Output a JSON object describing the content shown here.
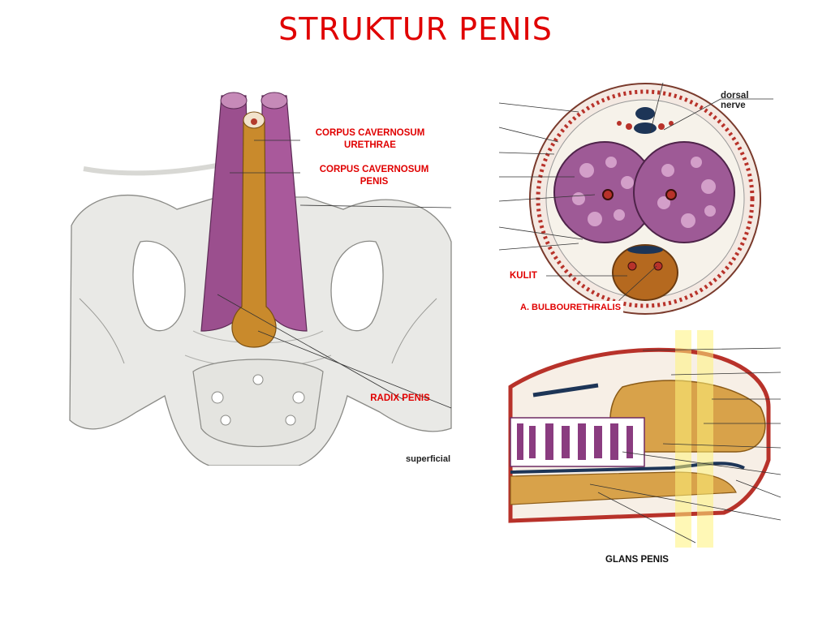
{
  "slide": {
    "title": "STRUKTUR PENIS"
  },
  "figure_left": {
    "labels": {
      "corpus_urethrae": "CORPUS CAVERNOSUM\nURETHRAE",
      "corpus_penis": "CORPUS CAVERNOSUM\nPENIS",
      "radix": "RADIX PENIS"
    },
    "caption": "superficial"
  },
  "figure_cross_section": {
    "labels": {
      "dorsal_nerve": "dorsal nerve",
      "kulit": "KULIT",
      "bulbourethralis": "A. BULBOURETHRALIS"
    }
  },
  "figure_glans": {
    "labels": {
      "glans": "GLANS PENIS"
    }
  },
  "colors": {
    "title": "#e00000",
    "bone": "#e9e9e6",
    "corpus_purple": "#9b4f8e",
    "spongiosum_tan": "#c98a2c",
    "highlight_yellow": "#fff27a"
  }
}
